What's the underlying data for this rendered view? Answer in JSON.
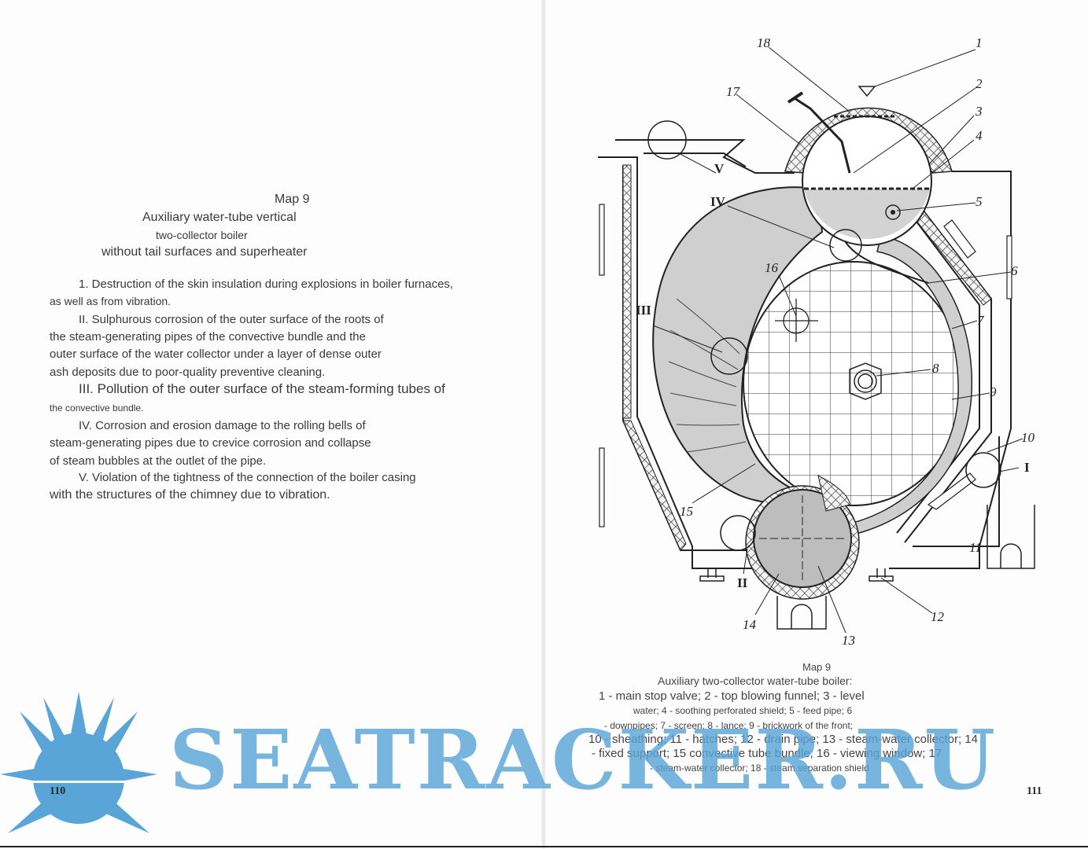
{
  "left_page": {
    "map_label": "Map 9",
    "title_lines": [
      "Auxiliary water-tube vertical",
      "two-collector boiler",
      "without tail surfaces and superheater"
    ],
    "body_lines": [
      "1. Destruction of the skin insulation during explosions in boiler furnaces,",
      "as well as from vibration.",
      "II. Sulphurous corrosion of the outer surface of the roots of",
      "the steam-generating pipes of the convective bundle and the",
      "outer surface of the water collector under a layer of dense outer",
      "ash deposits due to poor-quality preventive cleaning.",
      "III. Pollution of the outer surface of the steam-forming tubes of",
      "the convective bundle.",
      "IV. Corrosion and erosion damage to the rolling bells of",
      "steam-generating pipes due to crevice corrosion and collapse",
      "of steam bubbles at the outlet of the pipe.",
      "V. Violation of the tightness of the connection of the boiler casing",
      "with the structures of the chimney due to vibration."
    ],
    "page_number": "110"
  },
  "right_page": {
    "diagram_labels": {
      "n1": "1",
      "n2": "2",
      "n3": "3",
      "n4": "4",
      "n5": "5",
      "n6": "6",
      "n7": "7",
      "n8": "8",
      "n9": "9",
      "n10": "10",
      "n11": "11",
      "n12": "12",
      "n13": "13",
      "n14": "14",
      "n15": "15",
      "n16": "16",
      "n17": "17",
      "n18": "18",
      "rI": "I",
      "rII": "II",
      "rIII": "III",
      "rIV": "IV",
      "rV": "V"
    },
    "caption_label": "Map 9",
    "caption_lines": [
      "Auxiliary two-collector water-tube boiler:",
      "1 - main stop valve; 2 - top blowing funnel; 3 - level",
      "water; 4 - soothing perforated shield; 5 - feed pipe; 6",
      "- downpipes; 7 - screen; 8 - lance; 9 - brickwork of the front;",
      "10 - sheathing; 11 - hatches; 12 - drain pipe; 13 - steam-water collector; 14",
      "- fixed support; 15 convective tube bundle; 16 - viewing window; 17",
      "- steam-water collector; 18 - steam separation shield"
    ],
    "page_number": "111"
  },
  "watermark": {
    "text": "SEATRACKER.RU",
    "color": "#5aa5d7"
  }
}
